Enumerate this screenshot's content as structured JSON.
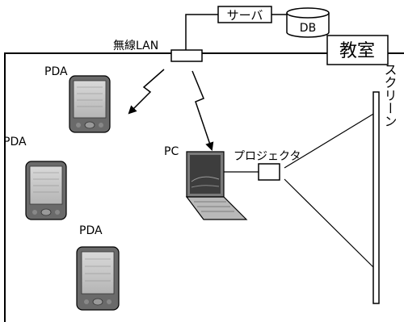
{
  "labels": {
    "server": "サーバ",
    "db": "DB",
    "wireless_lan": "無線LAN",
    "classroom": "教室",
    "pda": "PDA",
    "pc": "PC",
    "projector": "プロジェクタ",
    "screen": "スクリーン"
  }
}
